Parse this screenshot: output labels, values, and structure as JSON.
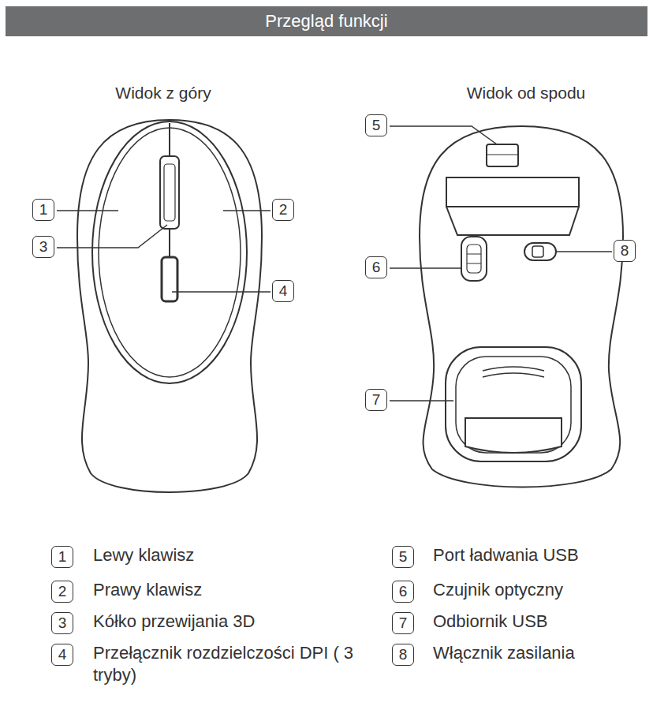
{
  "diagram": {
    "title": "Przegląd funkcji",
    "labels": [
      "Widok z góry",
      "Widok od spodu",
      "1",
      "2",
      "3",
      "4",
      "5",
      "6",
      "7",
      "8",
      "1",
      "Lewy klawisz",
      "2",
      "Prawy klawisz",
      "3",
      "Kółko przewijania 3D",
      "4",
      "Przełącznik rozdzielczości DPI ( 3 tryby)",
      "5",
      "Port ładwania USB",
      "6",
      "Czujnik optyczny",
      "7",
      "Odbiornik USB",
      "8",
      "Włącznik zasilania"
    ]
  }
}
